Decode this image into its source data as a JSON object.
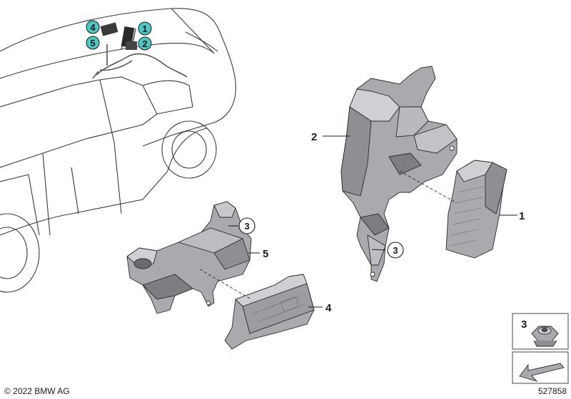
{
  "inset_badges": [
    {
      "label": "4",
      "color": "#4fc6c1"
    },
    {
      "label": "1",
      "color": "#4fc6c1"
    },
    {
      "label": "5",
      "color": "#4fc6c1"
    },
    {
      "label": "2",
      "color": "#4fc6c1"
    }
  ],
  "callouts": {
    "part1": "1",
    "part2": "2",
    "part3a": "3",
    "part3b": "3",
    "part4": "4",
    "part5": "5"
  },
  "legend": {
    "part_number": "3",
    "icon": "hex-nut-icon",
    "bottom_icon": "arrow-pointer-icon"
  },
  "footer": {
    "copyright": "© 2022 BMW AG",
    "diagram_number": "527858"
  },
  "colors": {
    "badge": "#4fc6c1",
    "part_fill": "#a9aaae",
    "part_dark": "#7d7e82",
    "part_light": "#cfd0d3",
    "outline": "#2a2a2a"
  }
}
